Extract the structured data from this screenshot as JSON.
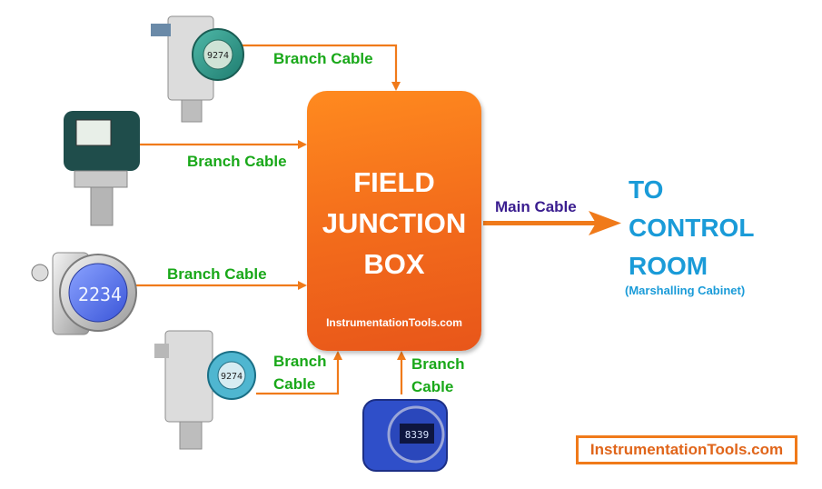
{
  "junction_box": {
    "title": "FIELD\nJUNCTION\nBOX",
    "watermark": "InstrumentationTools.com"
  },
  "branch_labels": {
    "top": "Branch Cable",
    "second": "Branch Cable",
    "third": "Branch Cable",
    "bottom_left": "Branch\nCable",
    "bottom_right": "Branch\nCable"
  },
  "main_cable_label": "Main Cable",
  "destination": {
    "title": "TO\nCONTROL\nROOM",
    "subtitle": "(Marshalling Cabinet)"
  },
  "transmitters": [
    {
      "display": "9274"
    },
    {
      "display": ""
    },
    {
      "display": "2234"
    },
    {
      "display": "9274"
    },
    {
      "display": "8339"
    }
  ],
  "brand_label": "InstrumentationTools.com",
  "colors": {
    "box": "#f26a1b",
    "branch_text": "#19a819",
    "main_text": "#3a1d8f",
    "dest_text": "#1a9bd8",
    "arrow": "#f07a1a"
  }
}
